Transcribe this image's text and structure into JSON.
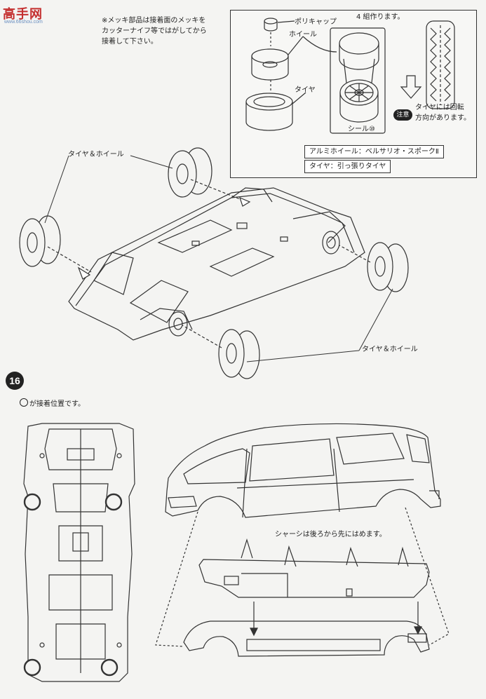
{
  "watermark": {
    "brand": "高手网",
    "site": "www.66shou.com"
  },
  "step15": {
    "note_line1": "※メッキ部品は接着面のメッキを",
    "note_line2": "カッターナイフ等ではがしてから",
    "note_line3": "接着して下さい。",
    "box": {
      "make_four": "4 組作ります。",
      "poly_cap": "ポリキャップ",
      "wheel": "ホイール",
      "tire": "タイヤ",
      "seal": "シール⑩",
      "caution_badge": "注意",
      "direction_line1": "タイヤには回転",
      "direction_line2": "方向があります。",
      "spec_wheel": "アルミホイール：ベルサリオ・スポークⅡ",
      "spec_tire": "タイヤ：引っ張りタイヤ"
    },
    "label_tire_wheel_left": "タイヤ＆ホイール",
    "label_tire_wheel_right": "タイヤ＆ホイール"
  },
  "step16": {
    "number": "16",
    "bond_note": "が接着位置です。",
    "chassis_note": "シャーシは後ろから先にはめます。"
  }
}
